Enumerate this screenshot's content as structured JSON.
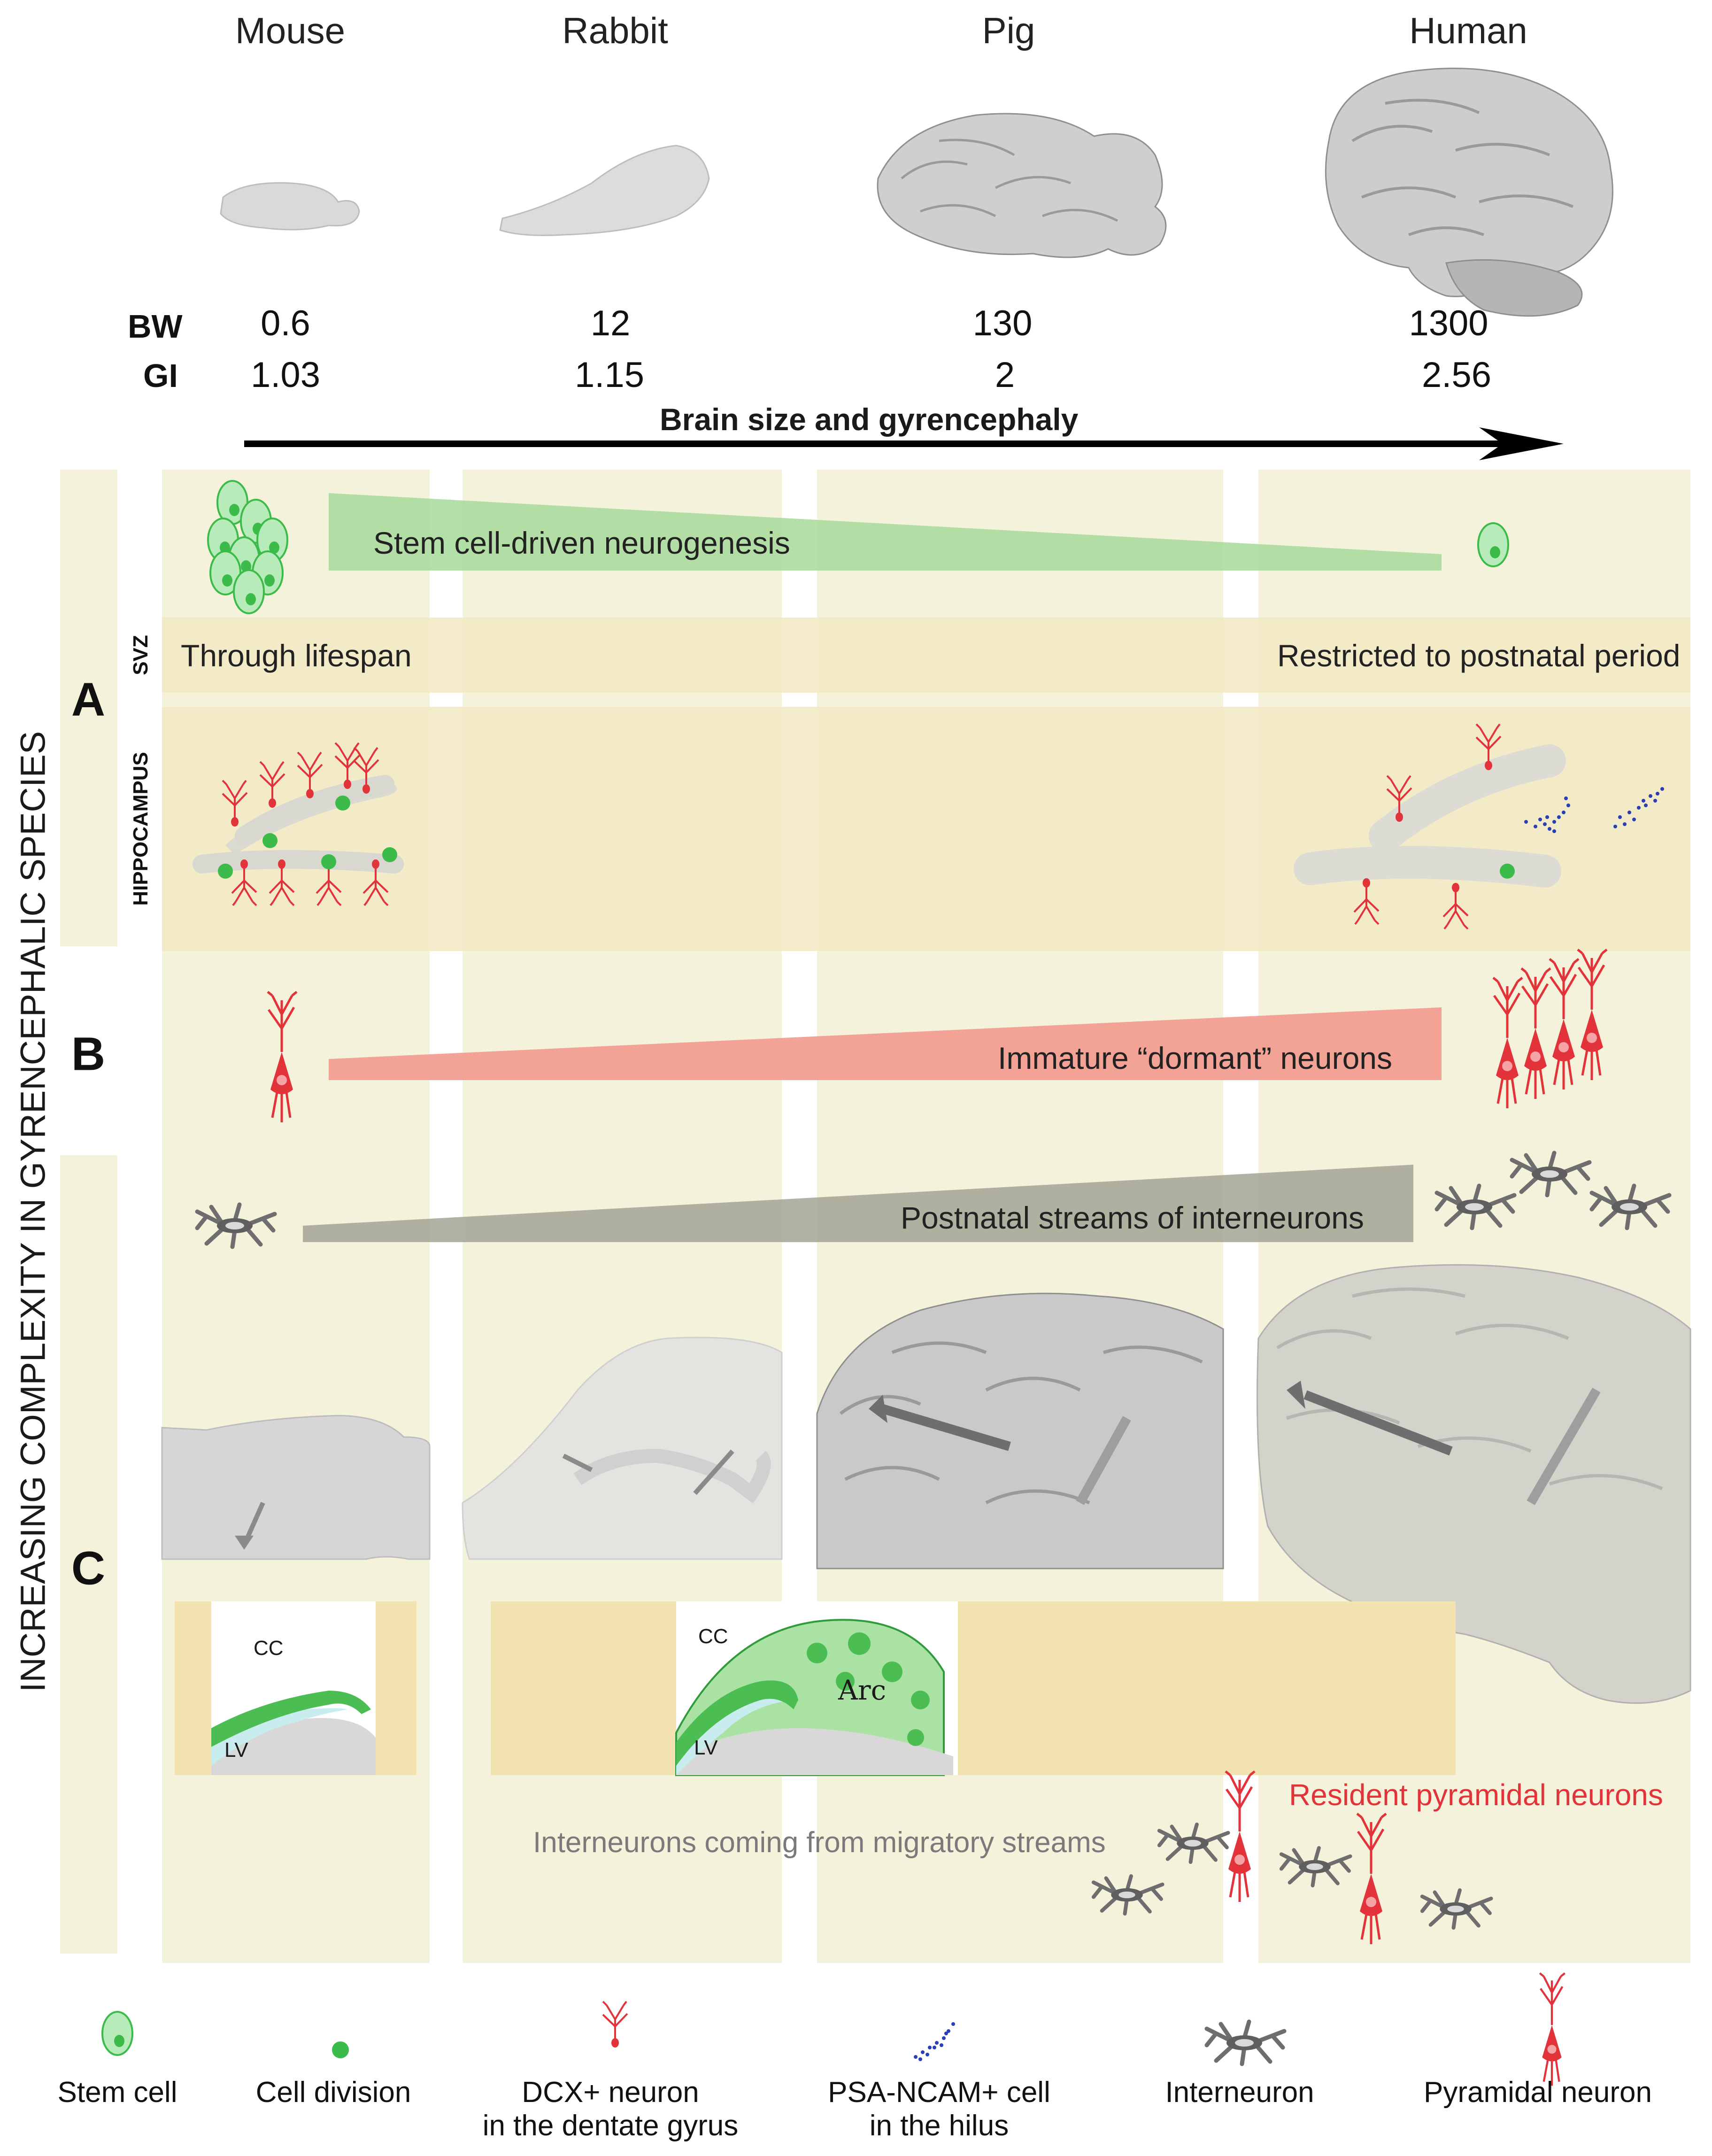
{
  "species": [
    "Mouse",
    "Rabbit",
    "Pig",
    "Human"
  ],
  "metrics": {
    "bw_label": "BW",
    "gi_label": "GI",
    "bw_values": [
      "0.6",
      "12",
      "130",
      "1300"
    ],
    "gi_values": [
      "1.03",
      "1.15",
      "2",
      "2.56"
    ]
  },
  "trend_arrow_label": "Brain size and gyrencephaly",
  "side_title": "INCREASING COMPLEXITY IN GYRENCEPHALIC SPECIES",
  "sections": {
    "a": "A",
    "b": "B",
    "c": "C",
    "svz": "SVZ",
    "hippocampus": "HIPPOCAMPUS"
  },
  "panel_a": {
    "neurogenesis_bar": "Stem cell-driven neurogenesis",
    "svz_left": "Through lifespan",
    "svz_right": "Restricted to postnatal period"
  },
  "panel_b": {
    "dormant_bar": "Immature “dormant” neurons"
  },
  "panel_c": {
    "streams_bar": "Postnatal streams of interneurons",
    "cc_mouse": "CC",
    "lv_mouse": "LV",
    "cc_rabbit": "CC",
    "lv_rabbit": "LV",
    "arc": "Arc",
    "resident": "Resident pyramidal neurons",
    "migratory": "Interneurons coming from migratory streams"
  },
  "legend": [
    {
      "line1": "Stem cell",
      "line2": ""
    },
    {
      "line1": "Cell division",
      "line2": ""
    },
    {
      "line1": "DCX+ neuron",
      "line2": "in the dentate gyrus"
    },
    {
      "line1": "PSA-NCAM+ cell",
      "line2": "in the hilus"
    },
    {
      "line1": "Interneuron",
      "line2": ""
    },
    {
      "line1": "Pyramidal neuron",
      "line2": ""
    }
  ],
  "colors": {
    "column_bg": "#f5f2dc",
    "band_bg": "#f3e9c4",
    "green_bar": "#a6d99a",
    "red_bar": "#f29a8e",
    "gray_bar": "#a9a99a",
    "stem_green": "#3dbb4a",
    "neuron_red": "#e2333b",
    "psa_blue": "#2a3fb5",
    "interneuron_gray": "#6e6e6e",
    "resident_text": "#e2333b",
    "migratory_text": "#7a7a7a"
  }
}
